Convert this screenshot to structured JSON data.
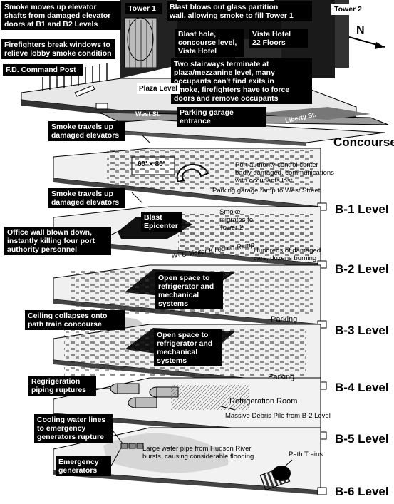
{
  "callouts": {
    "smoke_elevator_shafts": "Smoke moves up elevator\nshafts from damaged elevator\ndoors at B1 and B2 Levels",
    "firefighters_windows": "Firefighters break windows to\nrelieve lobby smoke condition",
    "command_post": "F.D. Command Post",
    "tower1": "Tower 1",
    "tower2": "Tower 2",
    "blast_glass": "Blast blows out glass partition\nwall, allowing smoke to fill Tower 1",
    "blast_hole": "Blast hole,\nconcourse level,\nVista Hotel",
    "vista_hotel": "Vista Hotel\n22 Floors",
    "stairways": "Two stairways terminate at\nplaza/mezzanine level, many\noccupants can't find exits in\nsmoke, firefighters have to force\ndoors and remove occupants",
    "parking_entrance": "Parking garage entrance",
    "smoke_travels_1": "Smoke travels up\ndamaged elevators",
    "smoke_travels_2": "Smoke travels up\ndamaged elevators",
    "blast_epicenter": "Blast\nEpicenter",
    "office_wall": "Office wall blown down,\ninstantly killing four port\nauthority personnel",
    "open_space_1": "Open space to\nrefrigerator and\nmechanical\nsystems",
    "open_space_2": "Open space to\nrefrigerator and\nmechanical\nsystems",
    "ceiling_collapse": "Ceiling collapses onto\npath train concourse",
    "refrigeration_rupture": "Regrigeration\npiping ruptures",
    "cooling_water": "Cooling water lines\nto emergency\ngenerators rupture",
    "emergency_generators": "Emergency\ngenerators"
  },
  "labels": {
    "plaza_level": "Plaza Level",
    "west_st": "West St.",
    "liberty_st": "Liberty St.",
    "north": "N",
    "dim": "60' x 80'",
    "port_authority": "Port authority control center\nbadly damaged, communications\nwith occupants lost",
    "ramp_label": "Parking garage ramp to West Street",
    "smoke_tower2": "Smoke\nmigrates to\nTower 2",
    "wtc_visitor": "WTC Visitor Killed on Ramp",
    "damaged_cars": "Hundreds of damaged\ncars, dozens burning",
    "parking_b3": "Parking",
    "parking_b4": "Parking",
    "refrigeration_room": "Refrigeration Room",
    "debris": "Massive Debris Pile from B-2 Level",
    "water_pipe": "Large water pipe from Hudson River\nbursts, causing considerable flooding",
    "path_trains": "Path Trains"
  },
  "levels": [
    "Concourse",
    "B-1 Level",
    "B-2 Level",
    "B-3 Level",
    "B-4 Level",
    "B-5 Level",
    "B-6 Level"
  ]
}
